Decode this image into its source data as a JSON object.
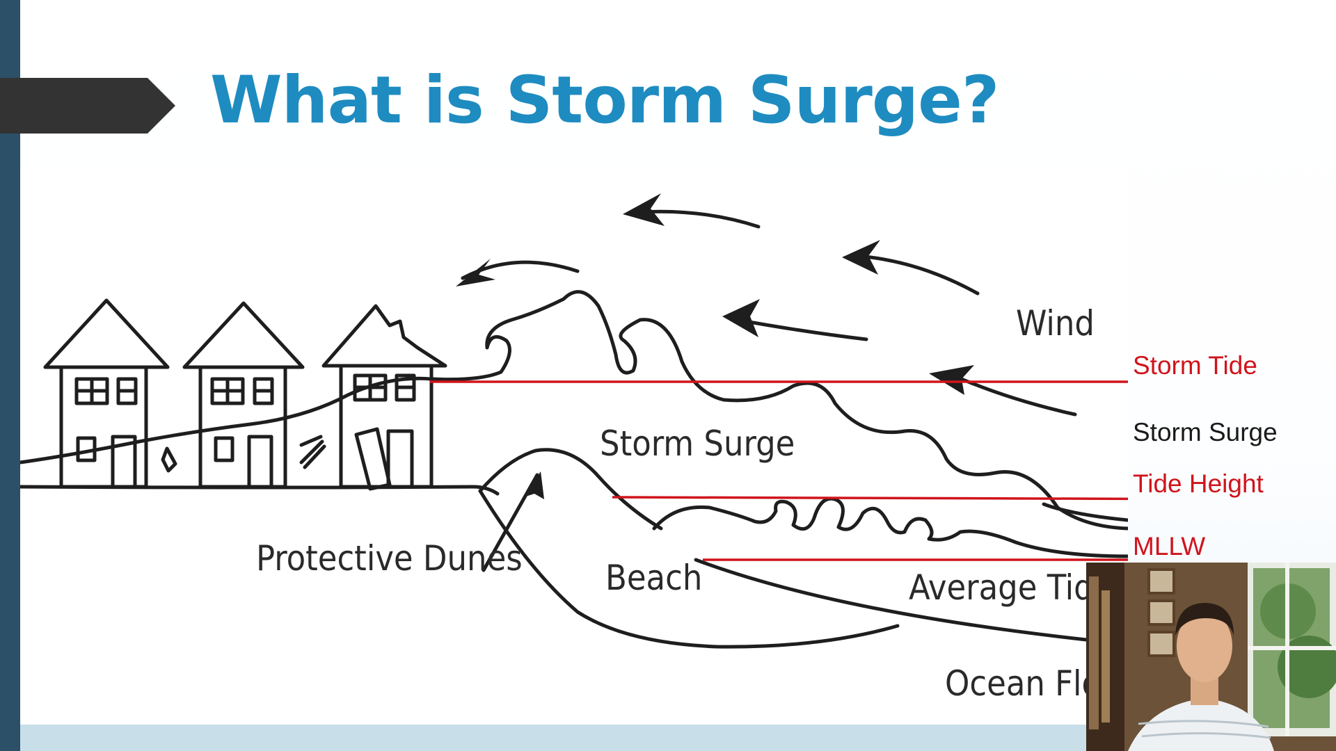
{
  "slide": {
    "title": "What is Storm Surge?"
  },
  "diagram": {
    "labels": {
      "wind": "Wind",
      "storm_surge": "Storm Surge",
      "protective_dunes": "Protective Dunes",
      "beach": "Beach",
      "average_tide": "Average Tide",
      "ocean_floor": "Ocean Floor"
    },
    "legend": {
      "storm_tide": "Storm Tide",
      "storm_surge": "Storm Surge",
      "tide_height": "Tide Height",
      "mllw": "MLLW"
    },
    "colors": {
      "reference_line": "#d0141c",
      "title": "#1e8cc0",
      "side_bar": "#2b5068"
    }
  },
  "webcam": {
    "icon": "presenter-video"
  }
}
